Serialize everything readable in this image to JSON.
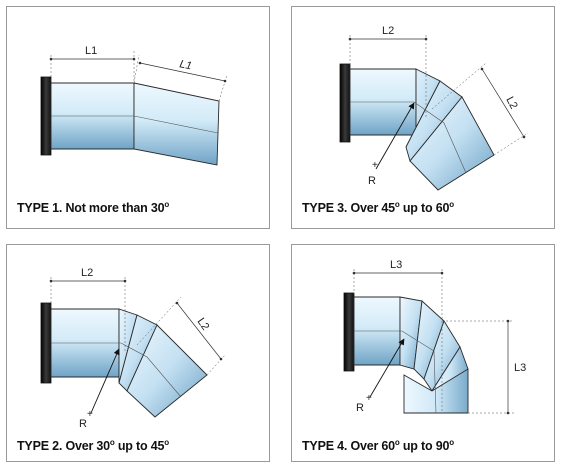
{
  "panels": [
    {
      "caption_prefix": "TYPE 1.",
      "caption_rest": "Not more than 30",
      "degree_sign": "o",
      "labels": {
        "dim_a": "L1",
        "dim_b": "L1"
      }
    },
    {
      "caption_prefix": "TYPE 3.",
      "caption_rest": "Over 45",
      "caption_mid": "up to 60",
      "degree_sign": "o",
      "labels": {
        "dim_a": "L2",
        "dim_b": "L2",
        "radius": "R"
      }
    },
    {
      "caption_prefix": "TYPE 2.",
      "caption_rest": "Over 30",
      "caption_mid": "up to 45",
      "degree_sign": "o",
      "labels": {
        "dim_a": "L2",
        "dim_b": "L2",
        "radius": "R"
      }
    },
    {
      "caption_prefix": "TYPE 4.",
      "caption_rest": "Over 60",
      "caption_mid": "up to 90",
      "degree_sign": "o",
      "labels": {
        "dim_a": "L3",
        "dim_b": "L3",
        "radius": "R"
      }
    }
  ],
  "colors": {
    "pipe_light": "#f4fbff",
    "pipe_mid": "#b9dbef",
    "pipe_dark": "#6fa7cb",
    "flange": "#1b1b1b",
    "outline": "#2a2a2a"
  }
}
